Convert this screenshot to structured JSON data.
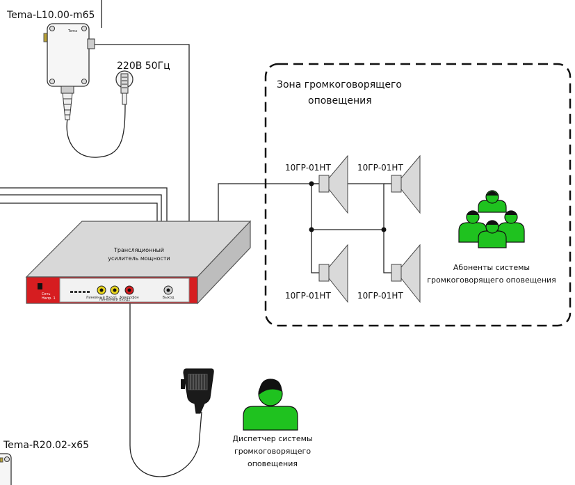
{
  "devices": {
    "sensor_top": {
      "model": "Tema-L10.00-m65",
      "mini_text": "Tema"
    },
    "sensor_bottom": {
      "model": "Tema-R20.02-x65"
    },
    "power_plug": {
      "label": "220В 50Гц"
    },
    "amplifier": {
      "title_line1": "Трансляционный",
      "title_line2": "усилитель мощности",
      "jack_labels": [
        "Линейный Вход1",
        "Линейный Вход2",
        "Микрофон",
        "Выход"
      ],
      "indicator_labels": [
        "Сеть",
        "Напр. 1"
      ]
    }
  },
  "zone": {
    "title_line1": "Зона громкоговорящего",
    "title_line2": "оповещения",
    "speakers": [
      "10ГР-01НТ",
      "10ГР-01НТ",
      "10ГР-01НТ",
      "10ГР-01НТ"
    ],
    "subscribers_line1": "Абоненты системы",
    "subscribers_line2": "громкоговорящего оповещения"
  },
  "dispatcher": {
    "line1": "Диспетчер системы",
    "line2": "громкоговорящего",
    "line3": "оповещения"
  },
  "colors": {
    "person_green": "#1fc21f",
    "amp_red": "#d61d20",
    "speaker_gray": "#d9d9d9",
    "line": "#222222"
  }
}
